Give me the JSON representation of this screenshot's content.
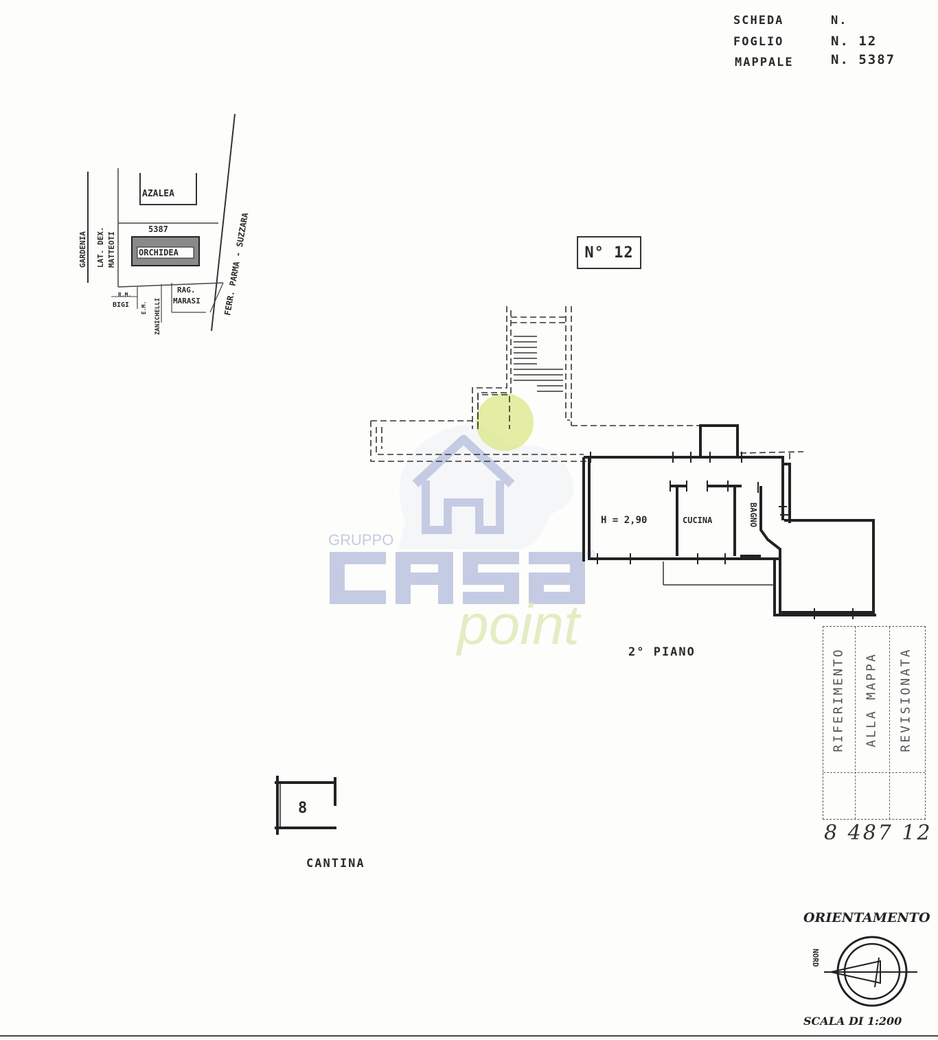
{
  "header": {
    "scheda_label": "SCHEDA",
    "scheda_n": "N.",
    "foglio_label": "FOGLIO",
    "foglio_n": "N. 12",
    "mappale_label": "MAPPALE",
    "mappale_n": "N. 5387"
  },
  "site_plan": {
    "azalea": "AZALEA",
    "mappale": "5387",
    "orchidea": "ORCHIDEA",
    "gardenia": "GARDENIA",
    "lat_dex": "LAT. DEX.",
    "matteotti": "MATTEOTI",
    "ferrovia": "FERR. PARMA - SUZZARA",
    "rag_marasi": [
      "RAG.",
      "MARASI"
    ],
    "bigi": [
      "R.M.",
      "BIGI"
    ],
    "zanichelli": [
      "E.M.",
      "ZANICHELLI"
    ]
  },
  "unit_box": "N° 12",
  "floor_plan": {
    "height_label": "H = 2,90",
    "cucina": "CUCINA",
    "bagno": "BAGNO",
    "floor_label": "2° PIANO"
  },
  "cantina": {
    "number": "8",
    "label": "CANTINA"
  },
  "side_stamp": {
    "col1": "RIFERIMENTO",
    "col2": "ALLA MAPPA",
    "col3": "REVISIONATA",
    "handwritten": "8 487 12"
  },
  "orientation": {
    "title": "ORIENTAMENTO",
    "nord": "NORD",
    "scale": "SCALA DI 1:200"
  },
  "watermark": {
    "gruppo": "GRUPPO",
    "casa": "CASA",
    "point": "point",
    "reg": "®",
    "casa_color": "#c5cbe3",
    "point_color": "#e3edc4"
  }
}
